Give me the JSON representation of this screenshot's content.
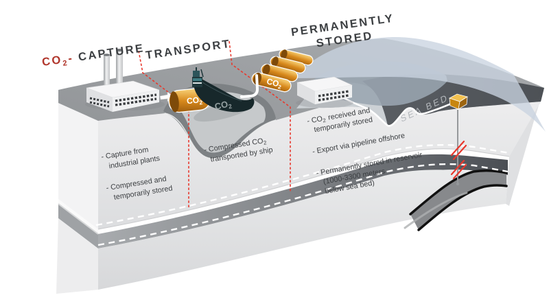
{
  "titles": {
    "capture_co2": "CO",
    "capture_sub": "2",
    "capture_dash": "-",
    "capture_rest": "CAPTURE",
    "transport": "TRANSPORT",
    "stored_line1": "PERMANENTLY",
    "stored_line2": "STORED"
  },
  "annotations": {
    "capture_b1_l1": "- Capture from",
    "capture_b1_l2": "industrial plants",
    "capture_b2_l1": "- Compressed and",
    "capture_b2_l2": "temporarily stored",
    "transport_b1_l1a": "- Compressed CO",
    "transport_b1_l1sub": "2",
    "transport_b1_l2": "transported by ship",
    "stored_b1_l1a": "- CO",
    "stored_b1_l1sub": "2",
    "stored_b1_l1b": "received and",
    "stored_b1_l2": "temporarily stored",
    "stored_b2": "- Export via pipeline offshore",
    "stored_b3_l1": "- Permanently stored in reservoir",
    "stored_b3_l2": "(1000-3300 meters",
    "stored_b3_l3": "below sea bed)"
  },
  "labels": {
    "sea_bed": "SEA BED",
    "cyl_main": "CO",
    "cyl_sub": "2",
    "tcyl_main": "CO",
    "tcyl_sub": "2",
    "ship_main": "CO",
    "ship_sub": "2"
  },
  "colors": {
    "accent_red": "#e8382d",
    "co2_title_red": "#b0352b",
    "title_text": "#3c3f42",
    "body_text": "#3b3e41",
    "cylinder_dark": "#9a5a0d",
    "cylinder_mid": "#d8891c",
    "cylinder_light": "#f3c76a",
    "cylinder_cap": "#7e4a09",
    "ship_hull": "#17282b",
    "ship_accent_teal": "#3f7c83",
    "ship_label": "#94a0a1",
    "seabed": "#4d5156",
    "seabed_label": "#b3b7bb",
    "surface_gray": "#97999c",
    "shore_dark": "#7d8184",
    "bay_water": "#c6c9cb",
    "water_light": "#c9d4e0",
    "water_mid": "#9aa5b1",
    "wellhead_gold": "#f3c14f",
    "wellhead_front": "#c8860f",
    "wellhead_side": "#9c6410"
  }
}
